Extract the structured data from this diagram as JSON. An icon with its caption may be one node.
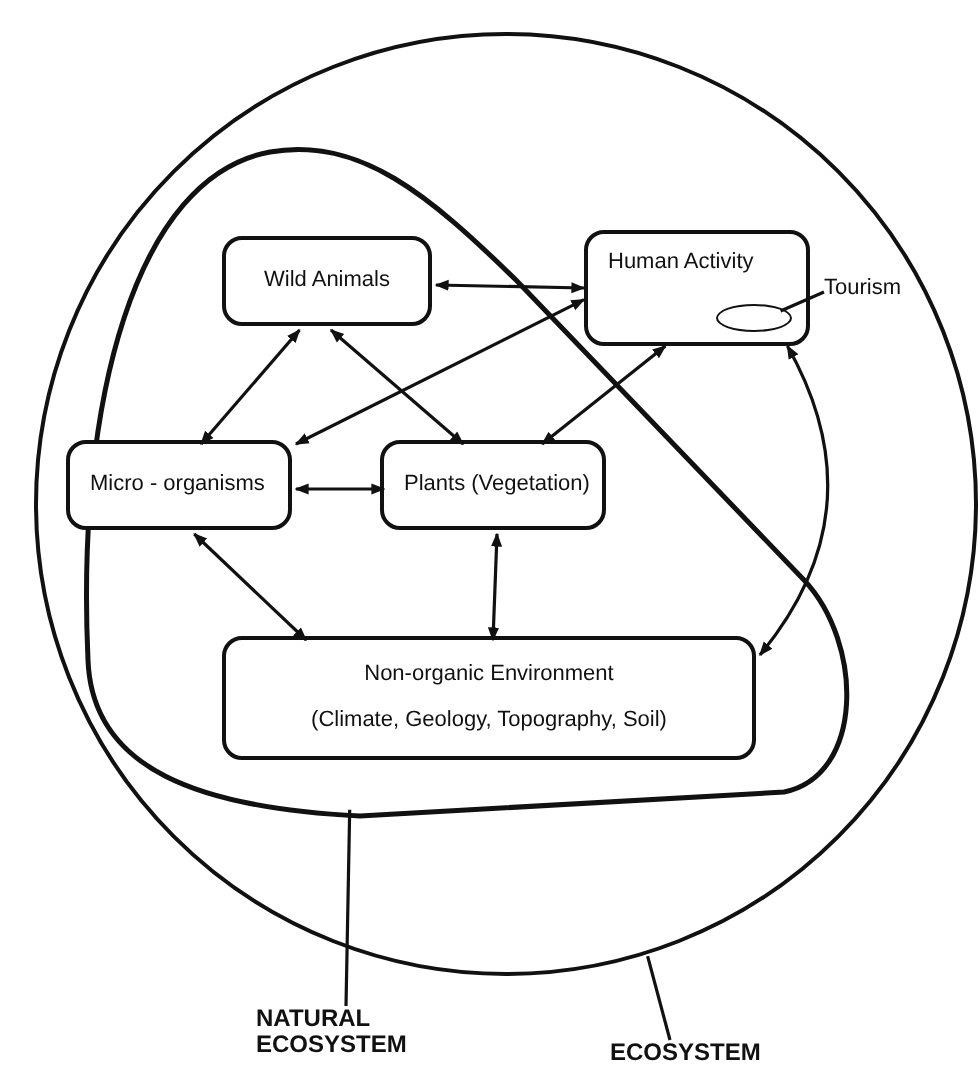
{
  "diagram": {
    "nodes": [
      {
        "text": [],
        "shape": "circle"
      },
      {
        "text": [],
        "shape": "blob",
        "in": 0
      },
      {
        "text": [
          "Wild Animals"
        ],
        "in": 1
      },
      {
        "text": [
          "Human Activity"
        ],
        "in": 0
      },
      {
        "text": [],
        "shape": "ellipse",
        "in": 3
      },
      {
        "text": [
          "Tourism"
        ],
        "in": 0
      },
      {
        "text": [
          "Micro - organisms"
        ],
        "in": 1
      },
      {
        "text": [
          "Plants (Vegetation)"
        ],
        "in": 1
      },
      {
        "text": [
          "Non-organic Environment",
          "(Climate, Geology, Topography, Soil)"
        ],
        "in": 1
      },
      {
        "text": [
          "NATURAL ECOSYSTEM"
        ]
      },
      {
        "text": [
          "ECOSYSTEM"
        ]
      }
    ],
    "edges": [
      {
        "from": 2,
        "to": 3,
        "arrow": "both"
      },
      {
        "from": 2,
        "to": 6,
        "arrow": "both"
      },
      {
        "from": 2,
        "to": 7,
        "arrow": "both"
      },
      {
        "from": 3,
        "to": 6,
        "arrow": "both"
      },
      {
        "from": 3,
        "to": 7,
        "arrow": "both"
      },
      {
        "from": 6,
        "to": 7,
        "arrow": "both"
      },
      {
        "from": 6,
        "to": 8,
        "arrow": "both"
      },
      {
        "from": 7,
        "to": 8,
        "arrow": "both"
      },
      {
        "from": 3,
        "to": 8,
        "arrow": "both"
      },
      {
        "from": 5,
        "to": 4,
        "arrow": "none"
      },
      {
        "from": 9,
        "to": 1,
        "arrow": "none"
      },
      {
        "from": 10,
        "to": 0,
        "arrow": "none"
      }
    ]
  }
}
